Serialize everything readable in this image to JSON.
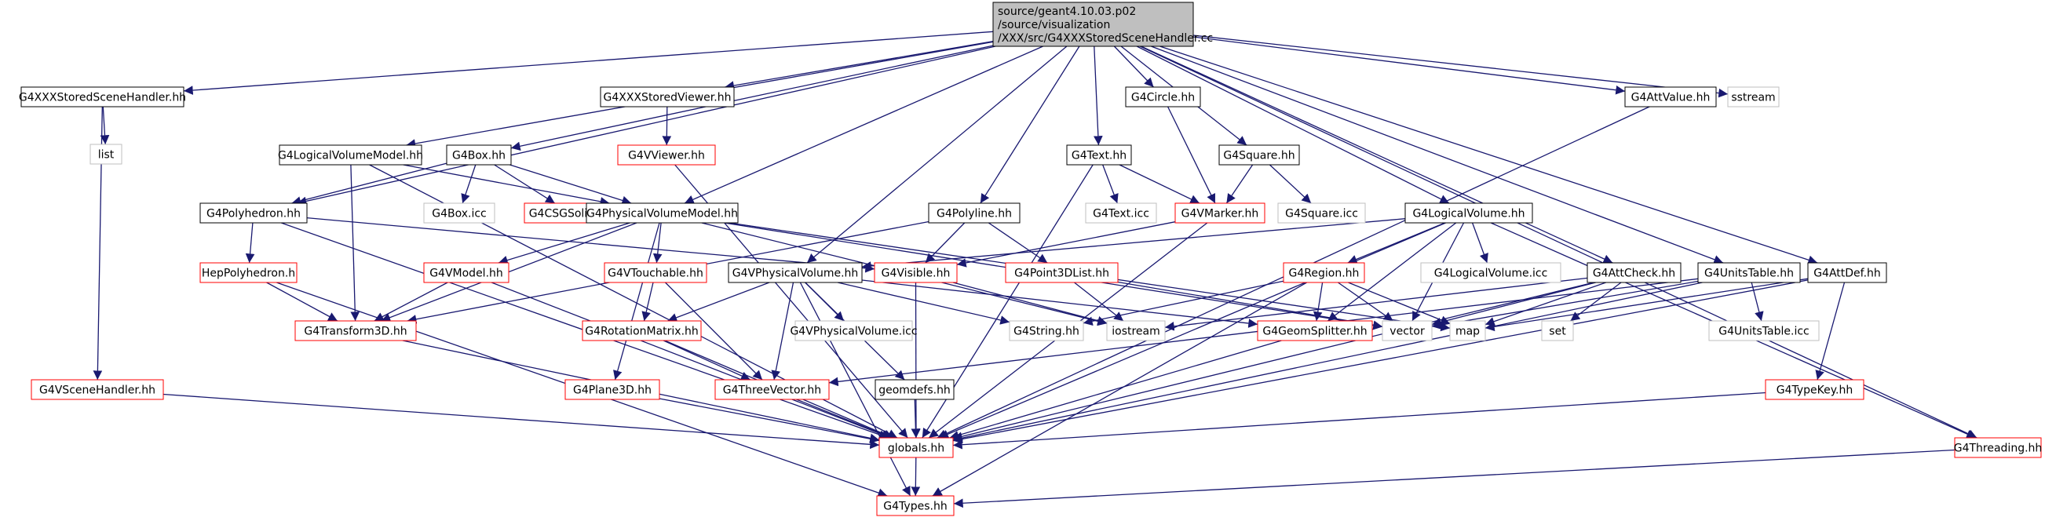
{
  "diagram": {
    "root": {
      "label_lines": [
        "source/geant4.10.03.p02",
        "/source/visualization",
        "/XXX/src/G4XXXStoredSceneHandler.cc"
      ]
    },
    "nodes": [
      {
        "id": "n_storedscenehandler_hh",
        "label": "G4XXXStoredSceneHandler.hh",
        "style": "black"
      },
      {
        "id": "n_list",
        "label": "list",
        "style": "gray"
      },
      {
        "id": "n_vscenehandler",
        "label": "G4VSceneHandler.hh",
        "style": "red"
      },
      {
        "id": "n_logicalvolumemodel",
        "label": "G4LogicalVolumeModel.hh",
        "style": "black"
      },
      {
        "id": "n_box",
        "label": "G4Box.hh",
        "style": "black"
      },
      {
        "id": "n_storedviewer",
        "label": "G4XXXStoredViewer.hh",
        "style": "black"
      },
      {
        "id": "n_vviewer",
        "label": "G4VViewer.hh",
        "style": "red"
      },
      {
        "id": "n_circle",
        "label": "G4Circle.hh",
        "style": "black"
      },
      {
        "id": "n_text",
        "label": "G4Text.hh",
        "style": "black"
      },
      {
        "id": "n_square",
        "label": "G4Square.hh",
        "style": "black"
      },
      {
        "id": "n_attvalue",
        "label": "G4AttValue.hh",
        "style": "black"
      },
      {
        "id": "n_sstream",
        "label": "sstream",
        "style": "gray"
      },
      {
        "id": "n_polyhedron",
        "label": "G4Polyhedron.hh",
        "style": "black"
      },
      {
        "id": "n_boxicc",
        "label": "G4Box.icc",
        "style": "gray"
      },
      {
        "id": "n_csgsolid",
        "label": "G4CSGSolid.hh",
        "style": "red"
      },
      {
        "id": "n_physvolmodel",
        "label": "G4PhysicalVolumeModel.hh",
        "style": "black"
      },
      {
        "id": "n_polyline",
        "label": "G4Polyline.hh",
        "style": "black"
      },
      {
        "id": "n_texticc",
        "label": "G4Text.icc",
        "style": "gray"
      },
      {
        "id": "n_vmarker",
        "label": "G4VMarker.hh",
        "style": "red"
      },
      {
        "id": "n_squareicc",
        "label": "G4Square.icc",
        "style": "gray"
      },
      {
        "id": "n_logicalvolume",
        "label": "G4LogicalVolume.hh",
        "style": "black"
      },
      {
        "id": "n_heppolyhedron",
        "label": "HepPolyhedron.h",
        "style": "red"
      },
      {
        "id": "n_vmodel",
        "label": "G4VModel.hh",
        "style": "red"
      },
      {
        "id": "n_vtouchable",
        "label": "G4VTouchable.hh",
        "style": "red"
      },
      {
        "id": "n_vphysvol",
        "label": "G4VPhysicalVolume.hh",
        "style": "black"
      },
      {
        "id": "n_visible",
        "label": "G4Visible.hh",
        "style": "red"
      },
      {
        "id": "n_point3dlist",
        "label": "G4Point3DList.hh",
        "style": "red"
      },
      {
        "id": "n_region",
        "label": "G4Region.hh",
        "style": "red"
      },
      {
        "id": "n_logicalvolumeicc",
        "label": "G4LogicalVolume.icc",
        "style": "gray"
      },
      {
        "id": "n_attcheck",
        "label": "G4AttCheck.hh",
        "style": "black"
      },
      {
        "id": "n_unitstable",
        "label": "G4UnitsTable.hh",
        "style": "black"
      },
      {
        "id": "n_attdef",
        "label": "G4AttDef.hh",
        "style": "black"
      },
      {
        "id": "n_transform3d",
        "label": "G4Transform3D.hh",
        "style": "red"
      },
      {
        "id": "n_rotationmatrix",
        "label": "G4RotationMatrix.hh",
        "style": "red"
      },
      {
        "id": "n_vphysvolicc",
        "label": "G4VPhysicalVolume.icc",
        "style": "gray"
      },
      {
        "id": "n_string",
        "label": "G4String.hh",
        "style": "gray"
      },
      {
        "id": "n_iostream",
        "label": "iostream",
        "style": "gray"
      },
      {
        "id": "n_geomsplitter",
        "label": "G4GeomSplitter.hh",
        "style": "red"
      },
      {
        "id": "n_vector",
        "label": "vector",
        "style": "gray"
      },
      {
        "id": "n_map",
        "label": "map",
        "style": "gray"
      },
      {
        "id": "n_set",
        "label": "set",
        "style": "gray"
      },
      {
        "id": "n_unitstableicc",
        "label": "G4UnitsTable.icc",
        "style": "gray"
      },
      {
        "id": "n_plane3d",
        "label": "G4Plane3D.hh",
        "style": "red"
      },
      {
        "id": "n_threevector",
        "label": "G4ThreeVector.hh",
        "style": "red"
      },
      {
        "id": "n_geomdefs",
        "label": "geomdefs.hh",
        "style": "black"
      },
      {
        "id": "n_typekey",
        "label": "G4TypeKey.hh",
        "style": "red"
      },
      {
        "id": "n_globals",
        "label": "globals.hh",
        "style": "red"
      },
      {
        "id": "n_threading",
        "label": "G4Threading.hh",
        "style": "red"
      },
      {
        "id": "n_types",
        "label": "G4Types.hh",
        "style": "red"
      }
    ],
    "edges": [
      [
        "root",
        "n_storedscenehandler_hh"
      ],
      [
        "root",
        "n_logicalvolumemodel"
      ],
      [
        "root",
        "n_box"
      ],
      [
        "root",
        "n_storedviewer"
      ],
      [
        "root",
        "n_circle"
      ],
      [
        "root",
        "n_text"
      ],
      [
        "root",
        "n_square"
      ],
      [
        "root",
        "n_attvalue"
      ],
      [
        "root",
        "n_sstream"
      ],
      [
        "root",
        "n_polyhedron"
      ],
      [
        "root",
        "n_physvolmodel"
      ],
      [
        "root",
        "n_polyline"
      ],
      [
        "root",
        "n_logicalvolume"
      ],
      [
        "root",
        "n_vphysvol"
      ],
      [
        "root",
        "n_attcheck"
      ],
      [
        "root",
        "n_unitstable"
      ],
      [
        "root",
        "n_attdef"
      ],
      [
        "root",
        "n_threading"
      ],
      [
        "n_storedscenehandler_hh",
        "n_list"
      ],
      [
        "n_storedscenehandler_hh",
        "n_vscenehandler"
      ],
      [
        "n_vscenehandler",
        "n_globals"
      ],
      [
        "n_logicalvolumemodel",
        "n_physvolmodel"
      ],
      [
        "n_logicalvolumemodel",
        "n_transform3d"
      ],
      [
        "n_logicalvolumemodel",
        "n_globals"
      ],
      [
        "n_box",
        "n_boxicc"
      ],
      [
        "n_box",
        "n_csgsolid"
      ],
      [
        "n_box",
        "n_polyhedron"
      ],
      [
        "n_box",
        "n_physvolmodel"
      ],
      [
        "n_storedviewer",
        "n_vviewer"
      ],
      [
        "n_vviewer",
        "n_globals"
      ],
      [
        "n_circle",
        "n_vmarker"
      ],
      [
        "n_text",
        "n_texticc"
      ],
      [
        "n_text",
        "n_vmarker"
      ],
      [
        "n_text",
        "n_globals"
      ],
      [
        "n_square",
        "n_vmarker"
      ],
      [
        "n_square",
        "n_squareicc"
      ],
      [
        "n_attvalue",
        "n_globals"
      ],
      [
        "n_polyhedron",
        "n_heppolyhedron"
      ],
      [
        "n_polyhedron",
        "n_visible"
      ],
      [
        "n_polyhedron",
        "n_globals"
      ],
      [
        "n_heppolyhedron",
        "n_transform3d"
      ],
      [
        "n_heppolyhedron",
        "n_types"
      ],
      [
        "n_physvolmodel",
        "n_vmodel"
      ],
      [
        "n_physvolmodel",
        "n_vtouchable"
      ],
      [
        "n_physvolmodel",
        "n_transform3d"
      ],
      [
        "n_physvolmodel",
        "n_plane3d"
      ],
      [
        "n_physvolmodel",
        "n_iostream"
      ],
      [
        "n_physvolmodel",
        "n_vector"
      ],
      [
        "n_physvolmodel",
        "n_map"
      ],
      [
        "n_vmodel",
        "n_transform3d"
      ],
      [
        "n_vmodel",
        "n_globals"
      ],
      [
        "n_vtouchable",
        "n_rotationmatrix"
      ],
      [
        "n_vtouchable",
        "n_threevector"
      ],
      [
        "n_polyline",
        "n_visible"
      ],
      [
        "n_polyline",
        "n_point3dlist"
      ],
      [
        "n_polyline",
        "n_transform3d"
      ],
      [
        "n_vmarker",
        "n_visible"
      ],
      [
        "n_vmarker",
        "n_globals"
      ],
      [
        "n_visible",
        "n_iostream"
      ],
      [
        "n_visible",
        "n_globals"
      ],
      [
        "n_point3dlist",
        "n_iostream"
      ],
      [
        "n_point3dlist",
        "n_vector"
      ],
      [
        "n_logicalvolume",
        "n_vphysvol"
      ],
      [
        "n_logicalvolume",
        "n_region"
      ],
      [
        "n_logicalvolume",
        "n_logicalvolumeicc"
      ],
      [
        "n_logicalvolume",
        "n_geomsplitter"
      ],
      [
        "n_logicalvolume",
        "n_vector"
      ],
      [
        "n_logicalvolume",
        "n_globals"
      ],
      [
        "n_logicalvolume",
        "n_threading"
      ],
      [
        "n_vphysvol",
        "n_rotationmatrix"
      ],
      [
        "n_vphysvol",
        "n_threevector"
      ],
      [
        "n_vphysvol",
        "n_vphysvolicc"
      ],
      [
        "n_vphysvol",
        "n_string"
      ],
      [
        "n_vphysvol",
        "n_geomdefs"
      ],
      [
        "n_vphysvol",
        "n_geomsplitter"
      ],
      [
        "n_vphysvol",
        "n_types"
      ],
      [
        "n_region",
        "n_string"
      ],
      [
        "n_region",
        "n_geomsplitter"
      ],
      [
        "n_region",
        "n_vector"
      ],
      [
        "n_region",
        "n_map"
      ],
      [
        "n_region",
        "n_types"
      ],
      [
        "n_attcheck",
        "n_iostream"
      ],
      [
        "n_attcheck",
        "n_vector"
      ],
      [
        "n_attcheck",
        "n_map"
      ],
      [
        "n_attcheck",
        "n_set"
      ],
      [
        "n_attcheck",
        "n_globals"
      ],
      [
        "n_unitstable",
        "n_vector"
      ],
      [
        "n_unitstable",
        "n_threevector"
      ],
      [
        "n_unitstable",
        "n_unitstableicc"
      ],
      [
        "n_unitstable",
        "n_globals"
      ],
      [
        "n_attdef",
        "n_map"
      ],
      [
        "n_attdef",
        "n_typekey"
      ],
      [
        "n_attdef",
        "n_globals"
      ],
      [
        "n_transform3d",
        "n_globals"
      ],
      [
        "n_rotationmatrix",
        "n_threevector"
      ],
      [
        "n_rotationmatrix",
        "n_globals"
      ],
      [
        "n_geomsplitter",
        "n_globals"
      ],
      [
        "n_plane3d",
        "n_globals"
      ],
      [
        "n_threevector",
        "n_globals"
      ],
      [
        "n_geomdefs",
        "n_globals"
      ],
      [
        "n_typekey",
        "n_globals"
      ],
      [
        "n_globals",
        "n_types"
      ],
      [
        "n_threading",
        "n_types"
      ]
    ],
    "colors": {
      "edge": "#191970",
      "black_border": "#000000",
      "red_border": "#ff0000",
      "gray_border": "#bfbfbf",
      "root_fill": "#bfbfbf",
      "node_fill": "#ffffff",
      "text": "#000000"
    }
  }
}
